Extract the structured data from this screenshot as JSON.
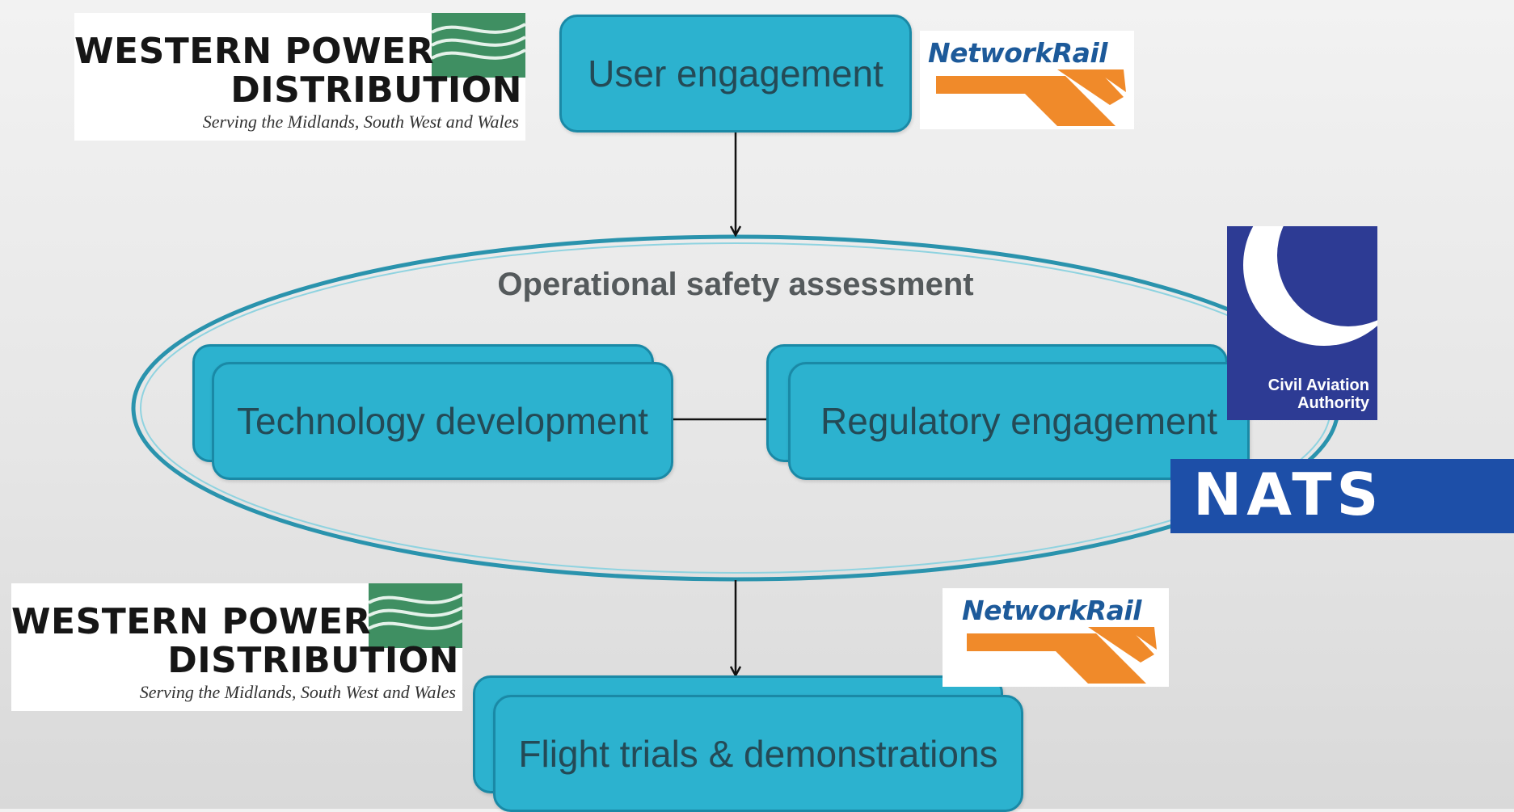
{
  "diagram": {
    "user_engagement": "User engagement",
    "ellipse_title": "Operational safety assessment",
    "technology_development": "Technology development",
    "regulatory_engagement": "Regulatory engagement",
    "flight_trials": "Flight trials & demonstrations"
  },
  "logos": {
    "wpd": {
      "line1": "WESTERN POWER",
      "line2": "DISTRIBUTION",
      "tagline": "Serving the Midlands, South West and Wales"
    },
    "network_rail": "NetworkRail",
    "caa": {
      "line1": "Civil Aviation",
      "line2": "Authority"
    },
    "nats": "NATS"
  },
  "colors": {
    "box_fill": "#2cb2cf",
    "box_border": "#1a89a6",
    "ellipse_stroke": "#2a93ad",
    "network_rail_orange": "#f08a2a",
    "caa_blue": "#2d3b94",
    "nats_blue": "#1d4fa8",
    "wpd_green": "#3f8f62"
  }
}
